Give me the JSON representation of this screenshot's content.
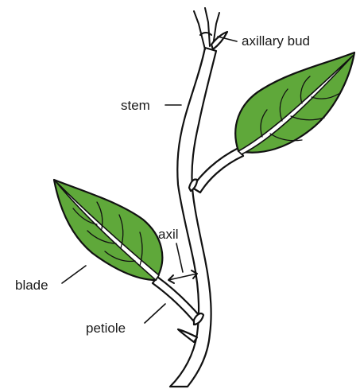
{
  "labels": {
    "axillary_bud": "axillary bud",
    "stem": "stem",
    "axil": "axil",
    "blade": "blade",
    "petiole": "petiole"
  },
  "colors": {
    "leaf": "#5fa83a",
    "outline": "#111111",
    "background": "#ffffff"
  }
}
